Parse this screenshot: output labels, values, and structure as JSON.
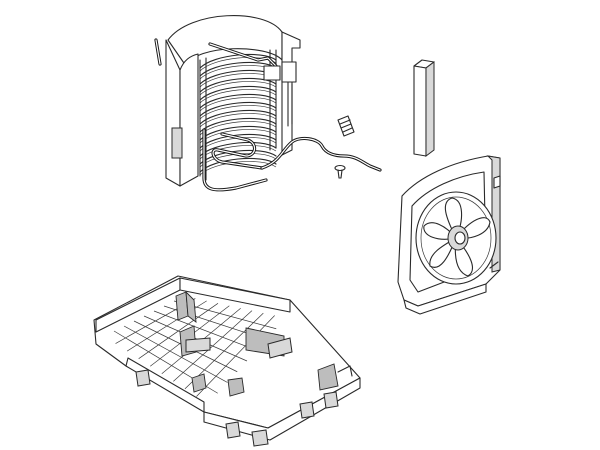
{
  "diagram": {
    "parts": [
      {
        "id": "coil-evaporator",
        "name": "coil-evaporator"
      },
      {
        "id": "capillary-tube",
        "name": "capillary-tube"
      },
      {
        "id": "sensor-plug",
        "name": "sensor-plug"
      },
      {
        "id": "screw",
        "name": "screw"
      },
      {
        "id": "bar-spacer",
        "name": "bar-spacer"
      },
      {
        "id": "fan-shroud",
        "name": "fan-shroud"
      },
      {
        "id": "base-tray",
        "name": "base-tray"
      }
    ],
    "colors": {
      "line": "#2a2a2a",
      "shade": "#d9d9d9",
      "mid": "#bdbdbd",
      "background": "#ffffff"
    }
  }
}
